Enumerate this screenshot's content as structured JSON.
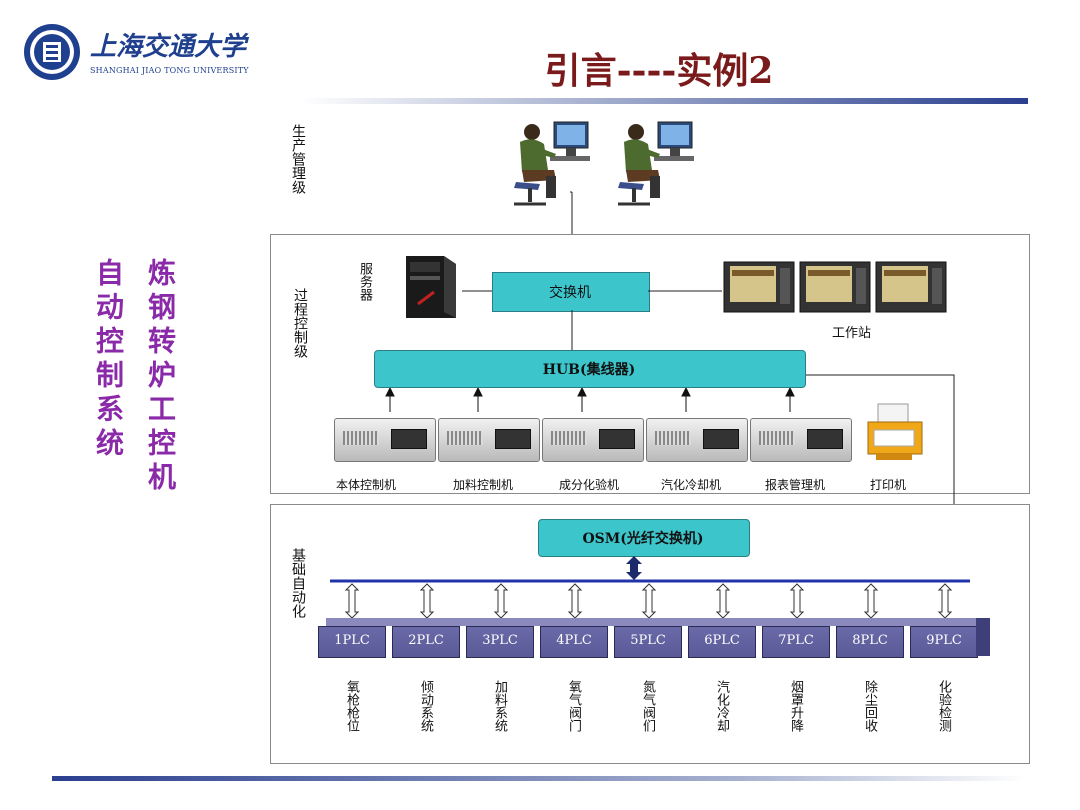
{
  "header": {
    "logo_cn": "上海交通大学",
    "logo_en": "SHANGHAI JIAO TONG UNIVERSITY",
    "title": "引言----实例2"
  },
  "side": {
    "col_left": "自动控制系统",
    "col_right": "炼钢转炉工控机"
  },
  "levels": {
    "production": "生产管理级",
    "process": "过程控制级",
    "basic": "基础自动化"
  },
  "process": {
    "server_label": "服务器",
    "switch_label": "交换机",
    "workstation_label": "工作站",
    "hub_label": "HUB(集线器)",
    "machines": [
      "本体控制机",
      "加料控制机",
      "成分化验机",
      "汽化冷却机",
      "报表管理机",
      "打印机"
    ]
  },
  "basic": {
    "osm_label": "OSM(光纤交换机)",
    "plcs": [
      "1PLC",
      "2PLC",
      "3PLC",
      "4PLC",
      "5PLC",
      "6PLC",
      "7PLC",
      "8PLC",
      "9PLC"
    ],
    "plc_labels": [
      "氧枪枪位",
      "倾动系统",
      "加料系统",
      "氧气阀门",
      "氮气阀们",
      "汽化冷却",
      "烟罩升降",
      "除尘回收",
      "化验检测"
    ]
  },
  "colors": {
    "title": "#7a1a1a",
    "side_text": "#8a2aa8",
    "teal": "#3cc6cc",
    "plc": "#5a5a98",
    "bus": "#2233aa",
    "rule": "#2a3f8f"
  }
}
